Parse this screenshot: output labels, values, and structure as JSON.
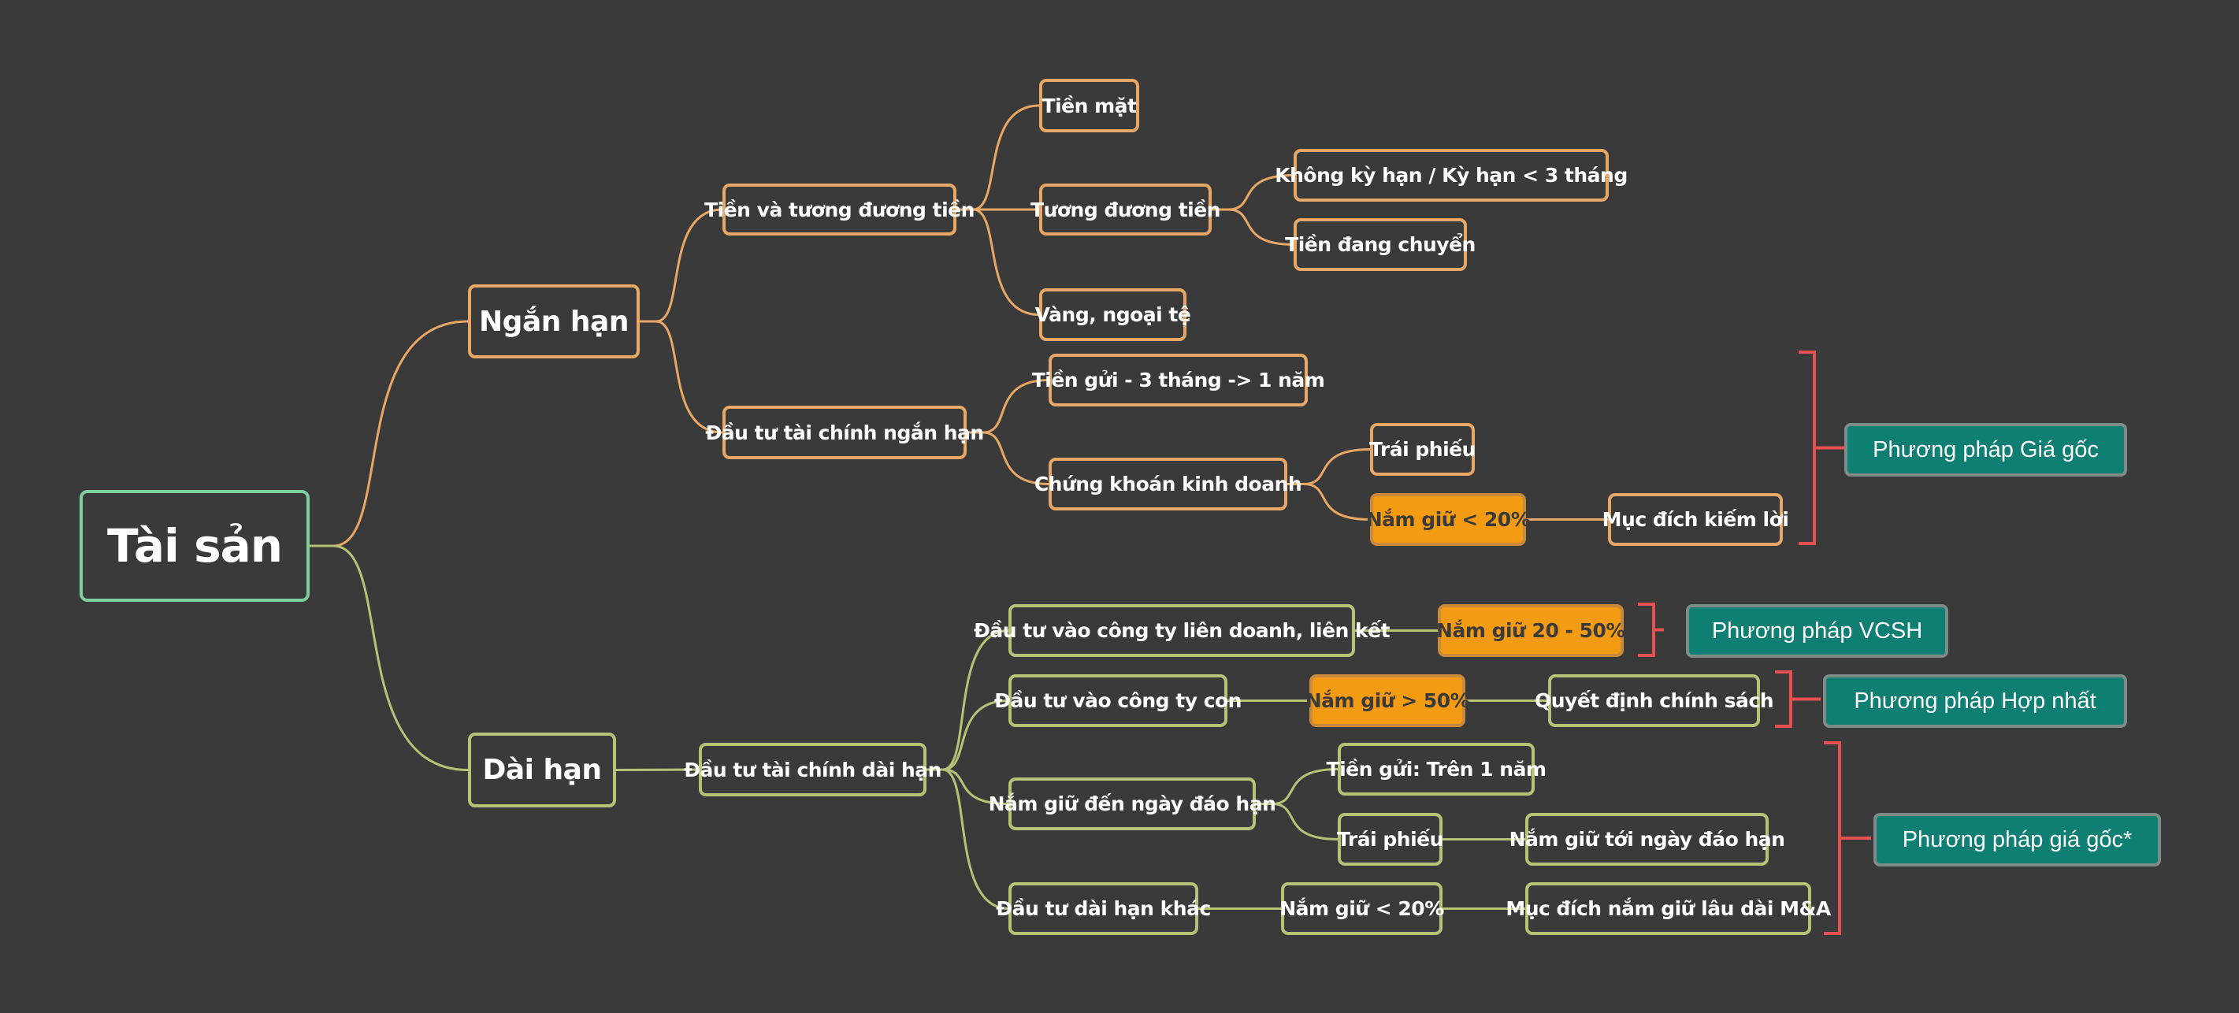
{
  "colors": {
    "background": "#3a3a3a",
    "short_term_branch": "#e8a765",
    "long_term_branch": "#b8c277",
    "root_border": "#7dcf9c",
    "highlight_fill": "#f39b12",
    "bracket": "#e8504f",
    "method_fill": "#0e7f72"
  },
  "root": {
    "label": "Tài sản"
  },
  "short_term": {
    "label": "Ngắn hạn",
    "cash": {
      "label": "Tiền và tương đương tiền",
      "cash_on_hand": "Tiền mặt",
      "equivalents": {
        "label": "Tương đương tiền",
        "demand_deposits": "Không kỳ hạn / Kỳ hạn < 3 tháng",
        "in_transit": "Tiền đang chuyển"
      },
      "gold_fx": "Vàng, ngoại tệ"
    },
    "investment": {
      "label": "Đầu tư tài chính ngắn hạn",
      "deposits": "Tiền gửi - 3 tháng -> 1 năm",
      "trading_securities": {
        "label": "Chứng khoán kinh doanh",
        "bonds": "Trái phiếu",
        "holding": "Nắm giữ < 20%",
        "purpose": "Mục đích kiếm lời"
      }
    }
  },
  "long_term": {
    "label": "Dài hạn",
    "investment": {
      "label": "Đầu tư tài chính dài hạn",
      "joint_venture": {
        "label": "Đầu tư vào công ty liên doanh, liên kết",
        "holding": "Nắm giữ 20 - 50%"
      },
      "subsidiary": {
        "label": "Đầu tư vào công ty con",
        "holding": "Nắm giữ > 50%",
        "control": "Quyết định chính sách"
      },
      "held_to_maturity": {
        "label": "Nắm giữ đến ngày đáo hạn",
        "deposits": "Tiền gửi: Trên 1 năm",
        "bonds": "Trái phiếu",
        "bonds_note": "Nắm giữ tới ngày đáo hạn"
      },
      "other": {
        "label": "Đầu tư dài hạn khác",
        "holding": "Nắm giữ < 20%",
        "purpose": "Mục đích nắm giữ lâu dài M&A"
      }
    }
  },
  "methods": {
    "cost": "Phương pháp Giá gốc",
    "equity": "Phương pháp VCSH",
    "consolidation": "Phương pháp Hợp nhất",
    "cost_star": "Phương pháp giá gốc*"
  }
}
